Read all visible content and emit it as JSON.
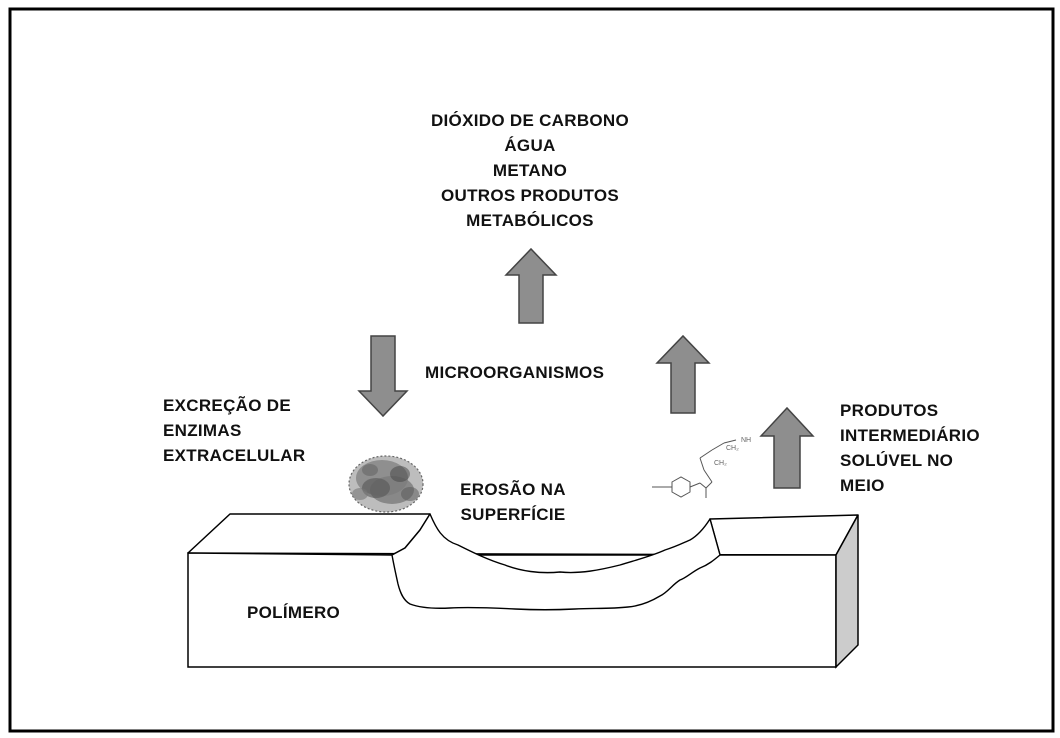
{
  "products": {
    "lines": [
      "DIÓXIDO DE CARBONO",
      "ÁGUA",
      "METANO",
      "OUTROS PRODUTOS",
      "METABÓLICOS"
    ]
  },
  "microorganisms_label": "MICROORGANISMOS",
  "enzymes": {
    "lines": [
      "EXCREÇÃO DE",
      "ENZIMAS",
      "EXTRACELULAR"
    ]
  },
  "intermediates": {
    "lines": [
      "PRODUTOS",
      "INTERMEDIÁRIO",
      "SOLÚVEL NO",
      "MEIO"
    ]
  },
  "erosion": {
    "lines": [
      "EROSÃO NA",
      "SUPERFÍCIE"
    ]
  },
  "polymer_label": "POLÍMERO",
  "molecule_labels": [
    "CH₂",
    "CH₂",
    "NH"
  ],
  "colors": {
    "arrow_fill": "#8e8e8e",
    "frame": "#000000",
    "block_side": "#cccccc",
    "background": "#ffffff"
  }
}
